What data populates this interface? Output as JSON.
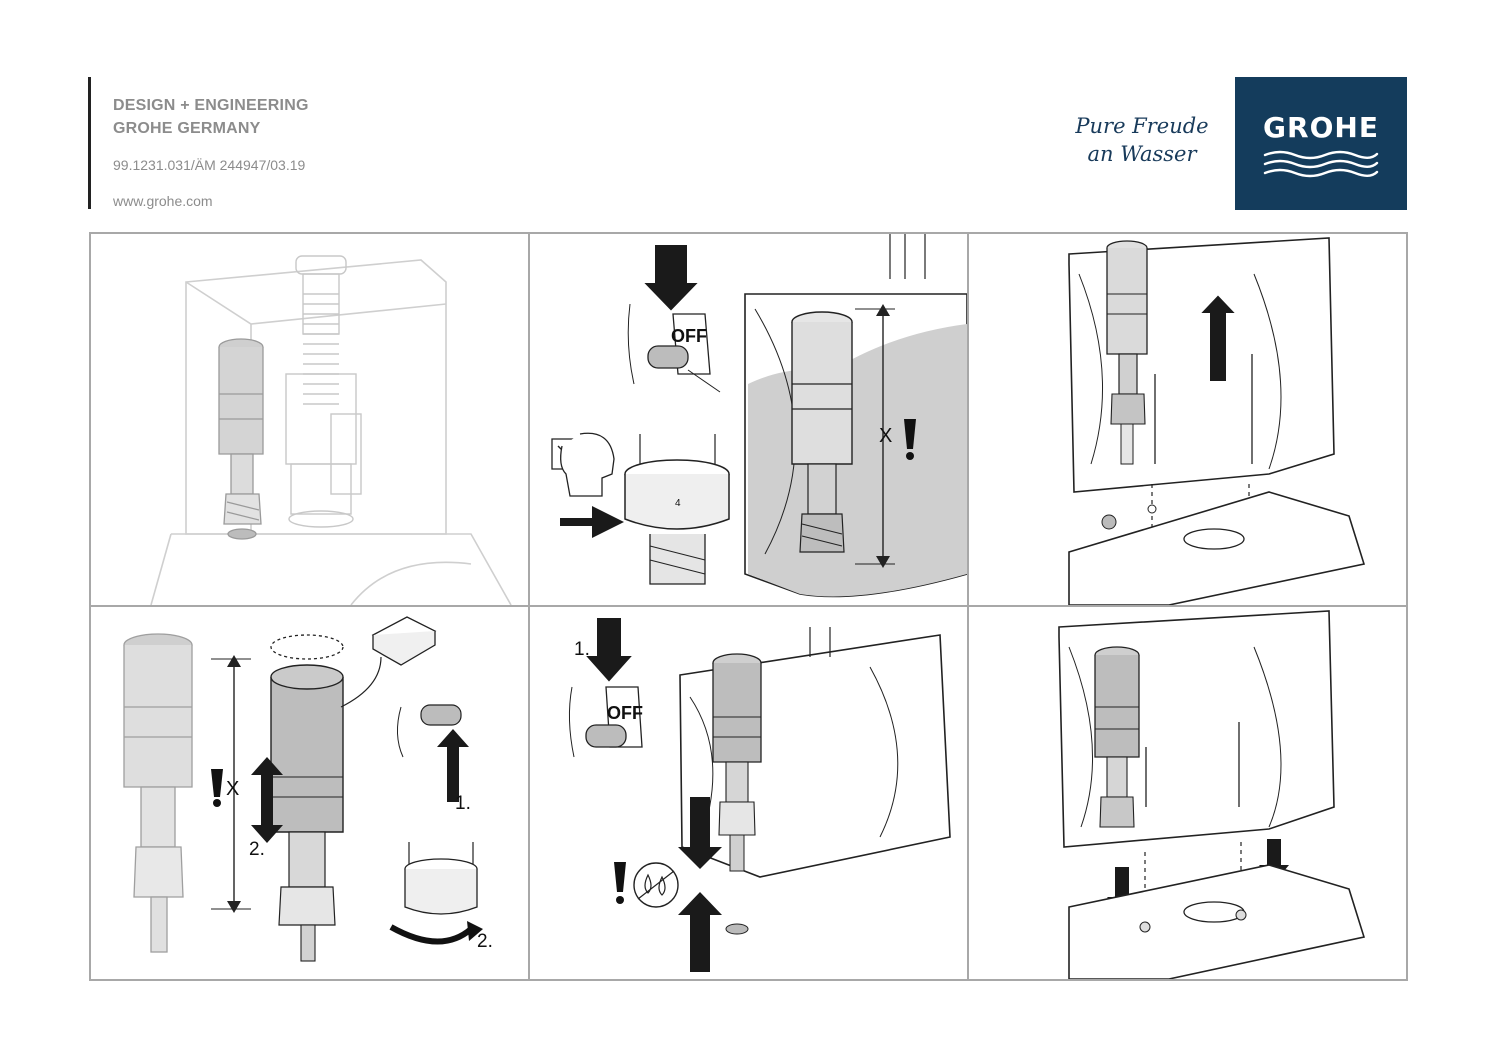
{
  "header": {
    "line1": "DESIGN + ENGINEERING",
    "line2": "GROHE GERMANY",
    "doc_number": "99.1231.031/ÄM 244947/03.19",
    "website": "www.grohe.com"
  },
  "brand": {
    "slogan_line1": "Pure Freude",
    "slogan_line2": "an Wasser",
    "logo_text": "GROHE",
    "logo_color": "#143c5c"
  },
  "panels": {
    "p2": {
      "off_label": "OFF",
      "dimension_label": "X",
      "ring_mark": "4"
    },
    "p4": {
      "dimension_label": "X",
      "step1": "1.",
      "step2a": "2.",
      "step2b": "2."
    },
    "p5": {
      "step1": "1.",
      "off_label": "OFF"
    }
  }
}
